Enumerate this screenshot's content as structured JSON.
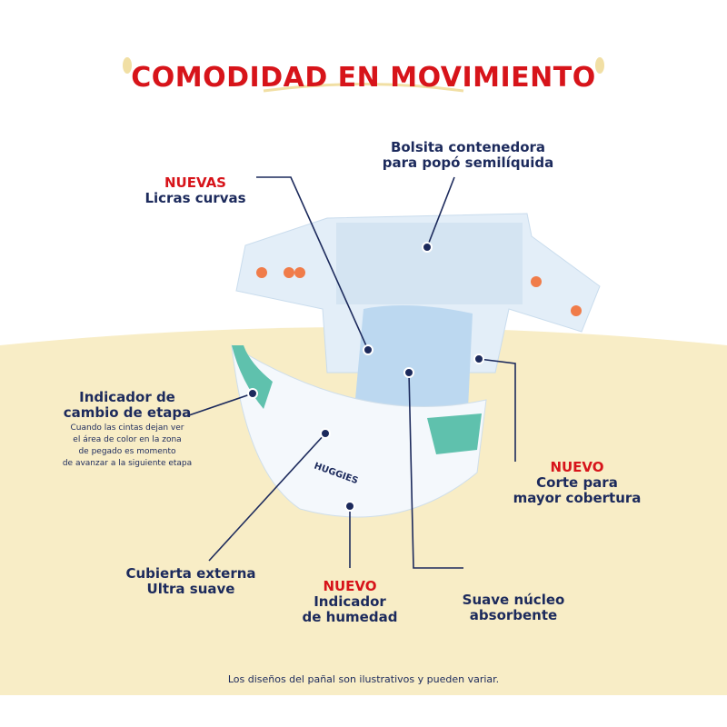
{
  "title": "COMODIDAD EN MOVIMIENTO",
  "callouts": {
    "licras": {
      "badge": "NUEVAS",
      "label": "Licras curvas"
    },
    "bolsita": {
      "line1": "Bolsita contenedora",
      "line2": "para popó semilíquida"
    },
    "indicador_etapa": {
      "line1": "Indicador de",
      "line2": "cambio de etapa",
      "desc": [
        "Cuando las cintas dejan ver",
        "el área de color en la zona",
        "de pegado es momento",
        "de avanzar a la siguiente etapa"
      ]
    },
    "corte": {
      "badge": "NUEVO",
      "line1": "Corte para",
      "line2": "mayor cobertura"
    },
    "cubierta": {
      "line1": "Cubierta externa",
      "line2": "Ultra suave"
    },
    "humedad": {
      "badge": "NUEVO",
      "line1": "Indicador",
      "line2": "de humedad"
    },
    "nucleo": {
      "line1": "Suave núcleo",
      "line2": "absorbente"
    }
  },
  "brand_logo": "HUGGIES",
  "footer": "Los diseños del pañal son ilustrativos y pueden variar.",
  "colors": {
    "accent_red": "#d7141a",
    "navy": "#1c2a5c",
    "cream": "#f8edc6"
  }
}
